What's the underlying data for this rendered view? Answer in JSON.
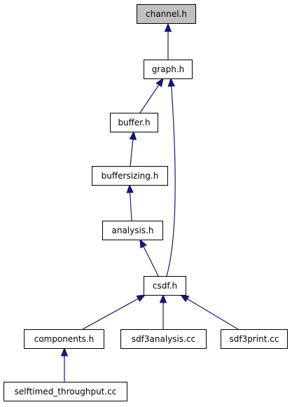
{
  "diagram": {
    "colors": {
      "edge": "#191970",
      "node_fill": "#ffffff",
      "node_fill_highlighted": "#c0c0c0",
      "node_stroke": "#000000"
    },
    "nodes": [
      {
        "id": "channel_h",
        "label": "channel.h",
        "highlighted": true
      },
      {
        "id": "graph_h",
        "label": "graph.h"
      },
      {
        "id": "buffer_h",
        "label": "buffer.h"
      },
      {
        "id": "buffersizing_h",
        "label": "buffersizing.h"
      },
      {
        "id": "analysis_h",
        "label": "analysis.h"
      },
      {
        "id": "csdf_h",
        "label": "csdf.h"
      },
      {
        "id": "components_h",
        "label": "components.h"
      },
      {
        "id": "sdf3analysis_cc",
        "label": "sdf3analysis.cc"
      },
      {
        "id": "sdf3print_cc",
        "label": "sdf3print.cc"
      },
      {
        "id": "selftimed_throughput_cc",
        "label": "selftimed_throughput.cc"
      }
    ],
    "edges": [
      {
        "from": "graph_h",
        "to": "channel_h"
      },
      {
        "from": "buffer_h",
        "to": "graph_h"
      },
      {
        "from": "csdf_h",
        "to": "graph_h"
      },
      {
        "from": "buffersizing_h",
        "to": "buffer_h"
      },
      {
        "from": "analysis_h",
        "to": "buffersizing_h"
      },
      {
        "from": "csdf_h",
        "to": "analysis_h"
      },
      {
        "from": "components_h",
        "to": "csdf_h"
      },
      {
        "from": "sdf3analysis_cc",
        "to": "csdf_h"
      },
      {
        "from": "sdf3print_cc",
        "to": "csdf_h"
      },
      {
        "from": "selftimed_throughput_cc",
        "to": "components_h"
      }
    ]
  }
}
